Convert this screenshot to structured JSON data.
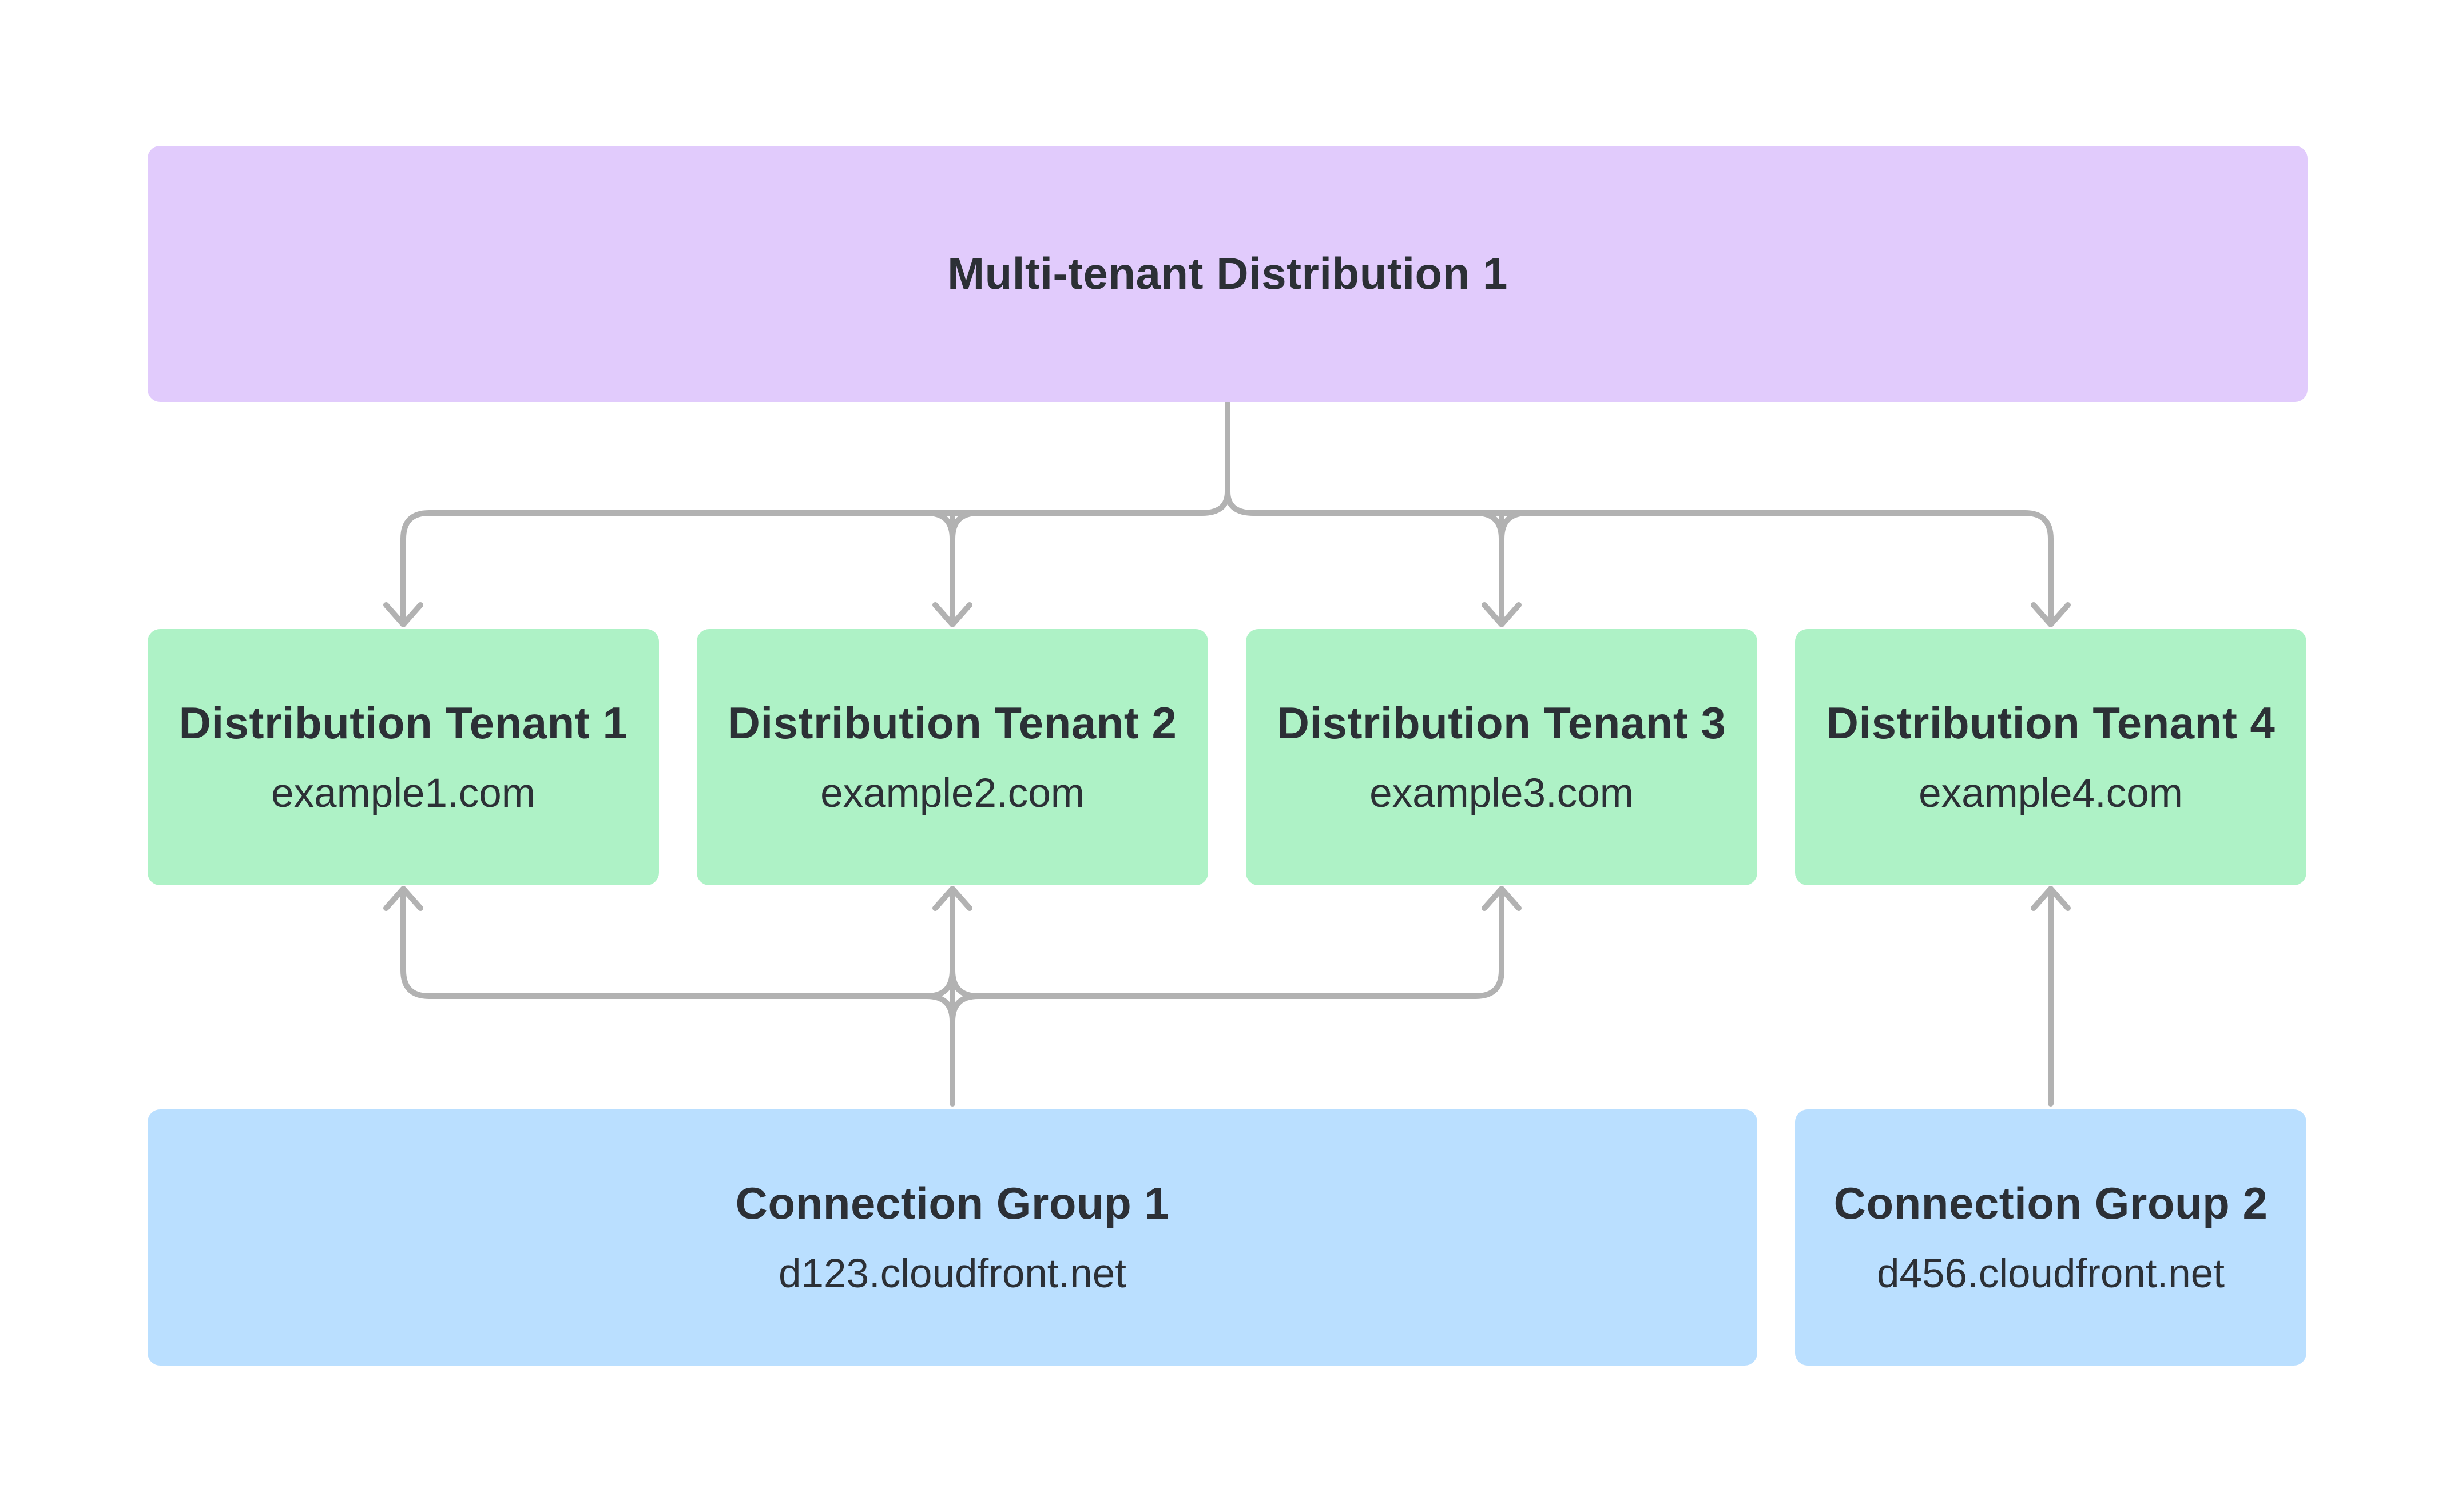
{
  "diagram": {
    "title_box": {
      "label": "Multi-tenant Distribution 1"
    },
    "tenants": [
      {
        "label": "Distribution Tenant 1",
        "domain": "example1.com"
      },
      {
        "label": "Distribution Tenant 2",
        "domain": "example2.com"
      },
      {
        "label": "Distribution Tenant 3",
        "domain": "example3.com"
      },
      {
        "label": "Distribution Tenant 4",
        "domain": "example4.com"
      }
    ],
    "connection_groups": [
      {
        "label": "Connection Group 1",
        "domain": "d123.cloudfront.net"
      },
      {
        "label": "Connection Group 2",
        "domain": "d456.cloudfront.net"
      }
    ],
    "icons": {
      "arrowhead-down-icon": "⌄",
      "arrowhead-up-icon": "⌃"
    },
    "colors": {
      "distribution": "#e1cbfc",
      "tenant": "#aef2c6",
      "connection_group": "#badfff",
      "connector": "#b2b2b2",
      "text": "#2c3036",
      "background": "#ffffff"
    }
  }
}
